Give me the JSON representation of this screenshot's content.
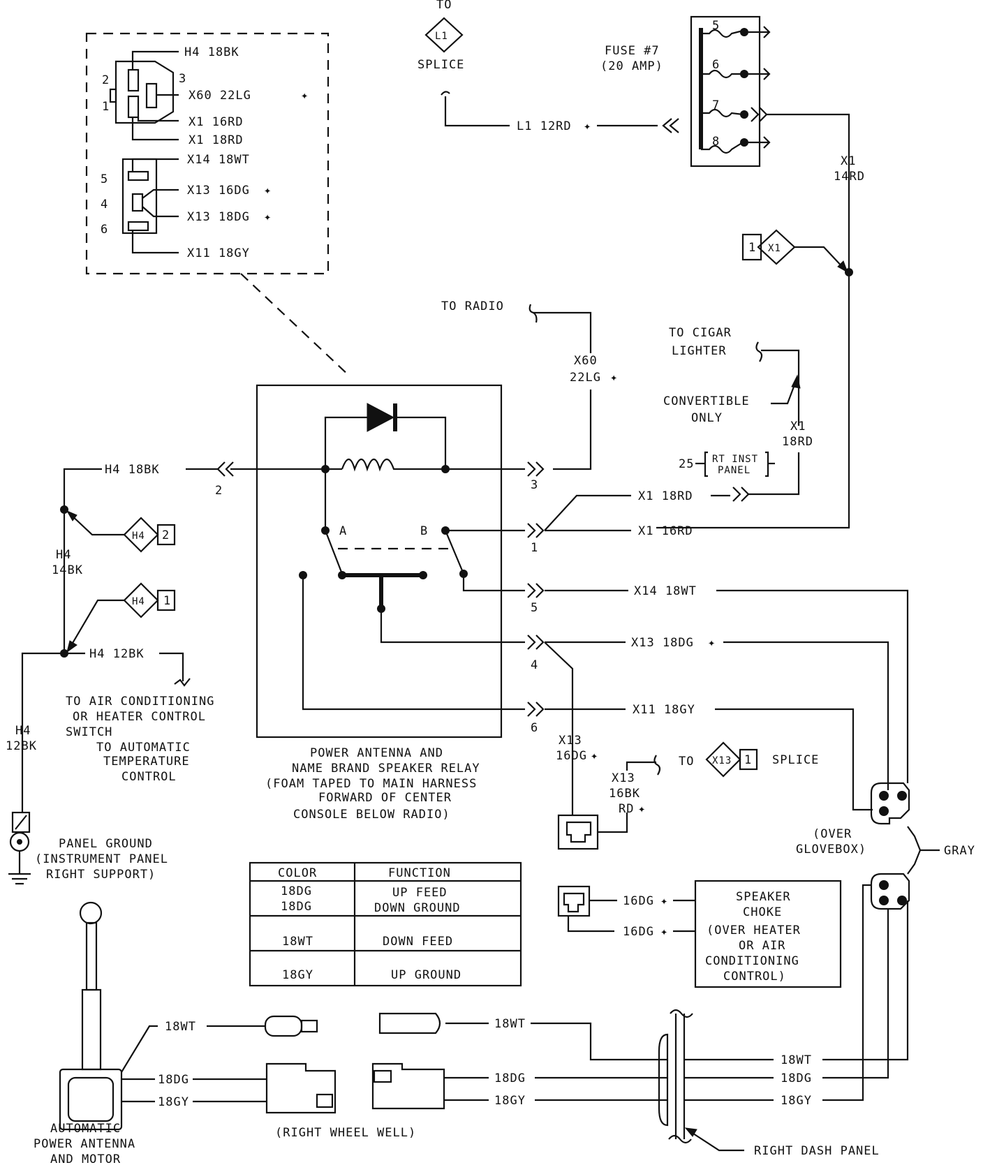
{
  "labels": {
    "to_l1": "TO",
    "l1_splice_code": "L1",
    "l1_splice": "SPLICE",
    "fuse_title": "FUSE #7",
    "fuse_amp": "(20 AMP)",
    "fuse_5": "5",
    "fuse_6": "6",
    "fuse_7": "7",
    "fuse_8": "8",
    "l1_wire": "L1 12RD",
    "x1_14rd_a": "X1",
    "x1_14rd_b": "14RD",
    "x1_conn_num": "1",
    "x1_conn_code": "X1",
    "to_radio": "TO RADIO",
    "x60_a": "X60",
    "x60_b": "22LG",
    "to_cigar_a": "TO CIGAR",
    "to_cigar_b": "LIGHTER",
    "convertible_a": "CONVERTIBLE",
    "convertible_b": "ONLY",
    "x1_18rd_a": "X1",
    "x1_18rd_b": "18RD",
    "panel_num": "25",
    "rt_inst_a": "RT INST",
    "rt_inst_b": "PANEL",
    "x1_18rd_h": "X1  18RD",
    "x1_16rd_h": "X1  16RD",
    "x14_h": "X14  18WT",
    "x13_h": "X13  18DG",
    "x11_h": "X11  18GY",
    "h4_18bk": "H4  18BK",
    "h4_12bk": "H4  12BK",
    "h4_14bk_a": "H4",
    "h4_14bk_b": "14BK",
    "h4_12bk_v_a": "H4",
    "h4_12bk_v_b": "12BK",
    "h4_conn_2_code": "H4",
    "h4_conn_2_num": "2",
    "h4_conn_1_code": "H4",
    "h4_conn_1_num": "1",
    "pin_2": "2",
    "pin_3": "3",
    "pin_1": "1",
    "pin_5": "5",
    "pin_4": "4",
    "pin_6": "6",
    "relay_a": "A",
    "relay_b": "B",
    "to_ac_1": "TO AIR CONDITIONING",
    "to_ac_2": "OR HEATER CONTROL",
    "to_ac_3": "SWITCH",
    "to_atc_1": "TO AUTOMATIC",
    "to_atc_2": "TEMPERATURE",
    "to_atc_3": "CONTROL",
    "relay_title_1": "POWER ANTENNA AND",
    "relay_title_2": "NAME BRAND SPEAKER RELAY",
    "relay_title_3": "(FOAM TAPED TO MAIN HARNESS",
    "relay_title_4": "FORWARD OF CENTER",
    "relay_title_5": "CONSOLE BELOW RADIO)",
    "panel_ground_1": "PANEL GROUND",
    "panel_ground_2": "(INSTRUMENT PANEL",
    "panel_ground_3": "RIGHT SUPPORT)",
    "x13_16dg_a": "X13",
    "x13_16dg_b": "16DG",
    "x13_16bk_a": "X13",
    "x13_16bk_b": "16BK",
    "x13_16bk_c": "RD",
    "to_x13": "TO",
    "x13_splice_code": "X13",
    "x13_splice_num": "1",
    "x13_splice": "SPLICE",
    "over_glovebox_1": "(OVER",
    "over_glovebox_2": "GLOVEBOX)",
    "gray": "GRAY",
    "choke_dg_1": "16DG",
    "choke_dg_2": "16DG",
    "choke_1": "SPEAKER",
    "choke_2": "CHOKE",
    "choke_3": "(OVER HEATER",
    "choke_4": "OR AIR",
    "choke_5": "CONDITIONING",
    "choke_6": "CONTROL)",
    "motor_wt": "18WT",
    "motor_dg": "18DG",
    "motor_gy": "18GY",
    "mid_wt": "18WT",
    "mid_dg": "18DG",
    "mid_gy": "18GY",
    "dash_wt": "18WT",
    "dash_dg": "18DG",
    "dash_gy": "18GY",
    "motor_1": "AUTOMATIC",
    "motor_2": "POWER ANTENNA",
    "motor_3": "AND MOTOR",
    "wheel_well": "(RIGHT WHEEL WELL)",
    "right_dash": "RIGHT DASH PANEL",
    "conn_x60": "X60  22LG",
    "conn_x1_16": "X1  16RD",
    "conn_x1_18": "X1  18RD",
    "conn_x14": "X14  18WT",
    "conn_x13_16": "X13  16DG",
    "conn_x13_18": "X13  18DG",
    "conn_x11": "X11  18GY",
    "conn_h4": "H4  18BK",
    "conn_pin_2": "2",
    "conn_pin_3": "3",
    "conn_pin_1": "1",
    "conn_pin_5": "5",
    "conn_pin_4": "4",
    "conn_pin_6": "6",
    "splice_mark": "✦"
  },
  "table": {
    "header_color": "COLOR",
    "header_function": "FUNCTION",
    "rows": [
      {
        "color": "18DG",
        "color2": "18DG",
        "function": "UP FEED",
        "function2": "DOWN GROUND"
      },
      {
        "color": "18WT",
        "function": "DOWN FEED"
      },
      {
        "color": "18GY",
        "function": "UP GROUND"
      }
    ]
  }
}
